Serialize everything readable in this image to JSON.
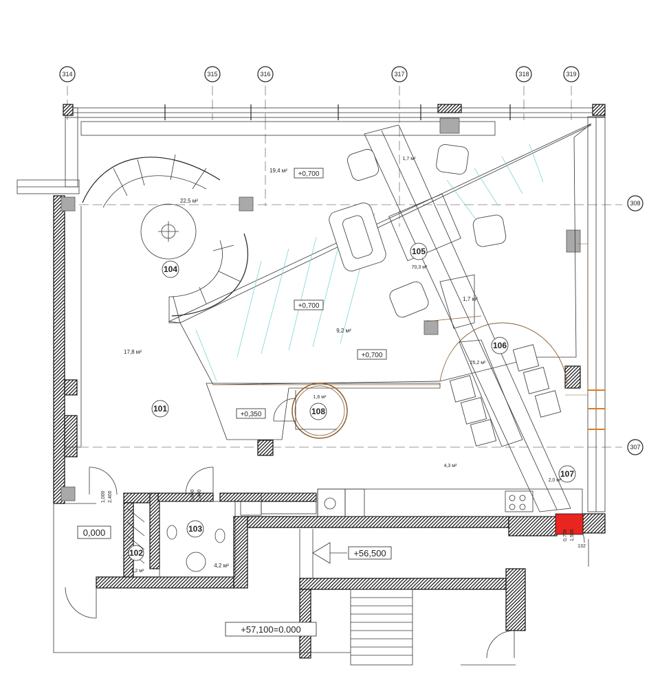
{
  "axes": {
    "vertical": [
      "314",
      "315",
      "316",
      "317",
      "318",
      "319"
    ],
    "horizontal": [
      "308",
      "307"
    ]
  },
  "rooms": [
    {
      "number": "101",
      "area": "17,8 м²"
    },
    {
      "number": "102",
      "area": "1,2 м²"
    },
    {
      "number": "103",
      "area": "4,2 м²"
    },
    {
      "number": "104",
      "area": "22,5 м²"
    },
    {
      "number": "105",
      "area": "70,3 м²"
    },
    {
      "number": "106",
      "area": "25,2 м²"
    },
    {
      "number": "107",
      "area": "2,0 м²"
    },
    {
      "number": "108",
      "area": "1,6 м²"
    }
  ],
  "zone_areas": [
    "19,4 м²",
    "1,7 м²",
    "9,2 м²",
    "1,7 м²",
    "4,3 м²"
  ],
  "elevations": {
    "top_platform": "+0,700",
    "mid_platform": "+0,700",
    "lower_platform": "+0,700",
    "ramp": "+0,350",
    "entrance": "0,000",
    "stair": "+56,500",
    "datum": "+57,100=0.000"
  },
  "door_dims": {
    "d102": [
      "1,000",
      "2,400"
    ],
    "d103": [
      "0,800",
      "2,400"
    ],
    "d107": [
      "0,700",
      "1,500"
    ],
    "d107_note": "132"
  },
  "colors": {
    "wall_hatch": "#111111",
    "column": "#a9a9a9",
    "accent_orange": "#e07a1f",
    "booth_brown": "#8b5a2b",
    "red_door": "#e8251f",
    "glass_cyan": "#7fd3d6"
  }
}
